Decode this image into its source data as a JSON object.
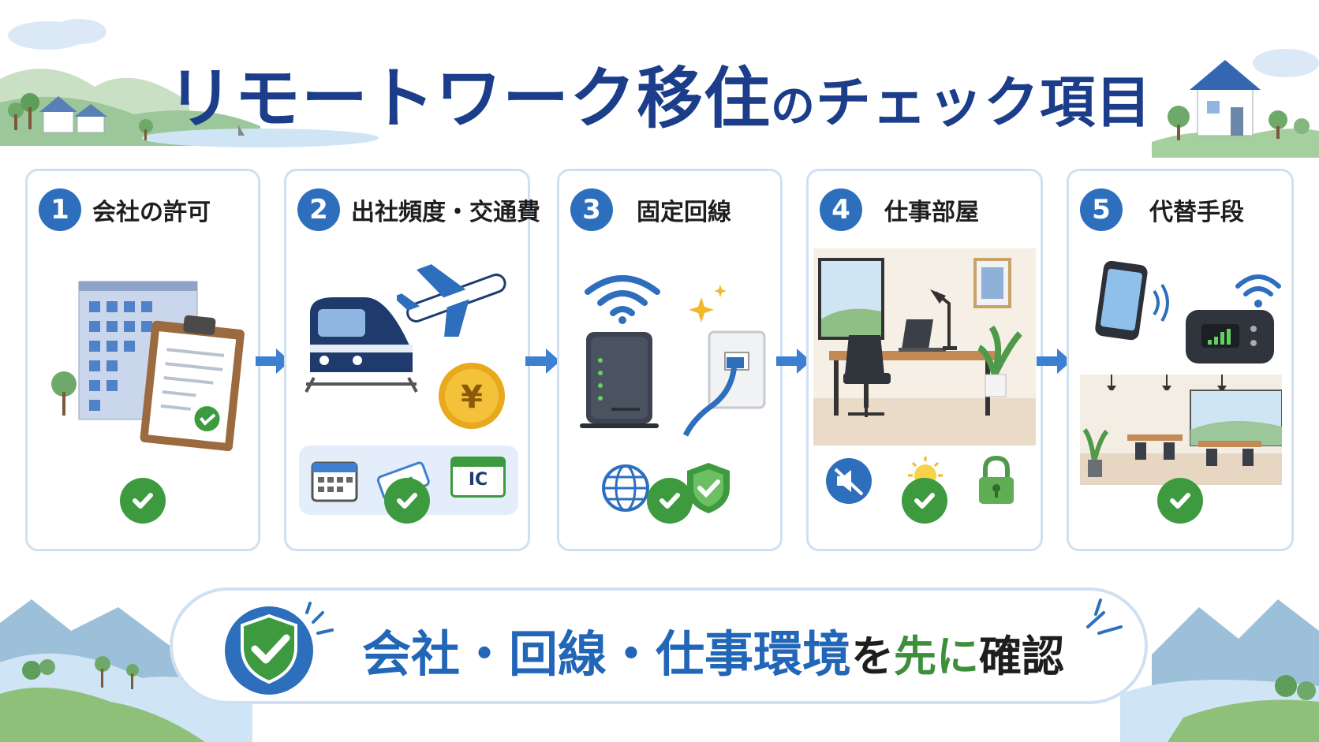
{
  "title": {
    "part1": "リモートワーク移住",
    "part2": "の",
    "part3": "チェック項目"
  },
  "steps": [
    {
      "num": "1",
      "label": "会社の許可"
    },
    {
      "num": "2",
      "label": "出社頻度・交通費",
      "icons": {
        "ic": "IC",
        "yen": "¥"
      }
    },
    {
      "num": "3",
      "label": "固定回線"
    },
    {
      "num": "4",
      "label": "仕事部屋"
    },
    {
      "num": "5",
      "label": "代替手段"
    }
  ],
  "banner": {
    "part1": "会社・回線・仕事環境",
    "part2": "を",
    "part3": "先に",
    "part4": "確認"
  },
  "colors": {
    "accent": "#2e6fbd",
    "title": "#1b3d8a",
    "check": "#3d9a3f"
  }
}
